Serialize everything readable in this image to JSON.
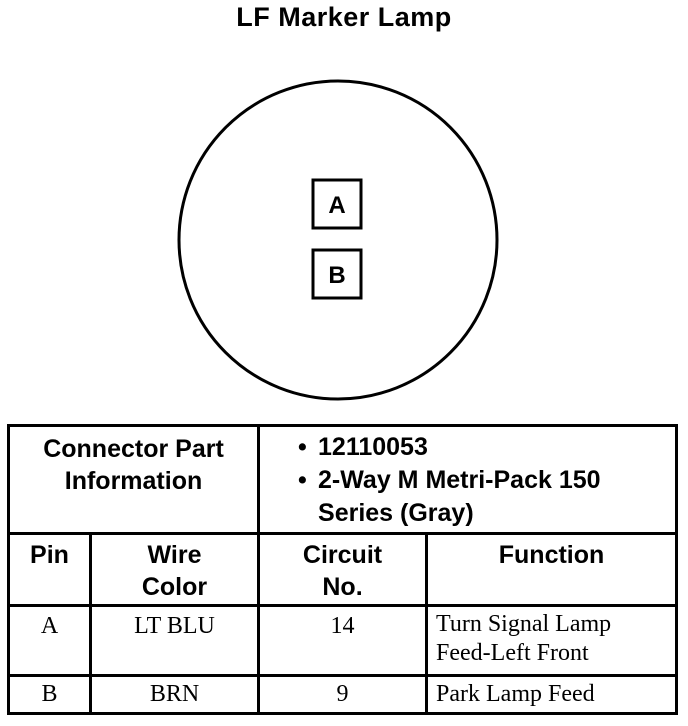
{
  "title": "LF Marker Lamp",
  "connector_pins": [
    "A",
    "B"
  ],
  "info": {
    "label": "Connector Part Information",
    "bullets": [
      "12110053",
      "2-Way M Metri-Pack 150 Series (Gray)"
    ]
  },
  "columns": {
    "pin": "Pin",
    "wire_color": "Wire Color",
    "circuit_no": "Circuit No.",
    "function": "Function"
  },
  "rows": [
    {
      "pin": "A",
      "wire_color": "LT BLU",
      "circuit": "14",
      "function": "Turn Signal Lamp Feed-Left Front"
    },
    {
      "pin": "B",
      "wire_color": "BRN",
      "circuit": "9",
      "function": "Park Lamp Feed"
    }
  ]
}
